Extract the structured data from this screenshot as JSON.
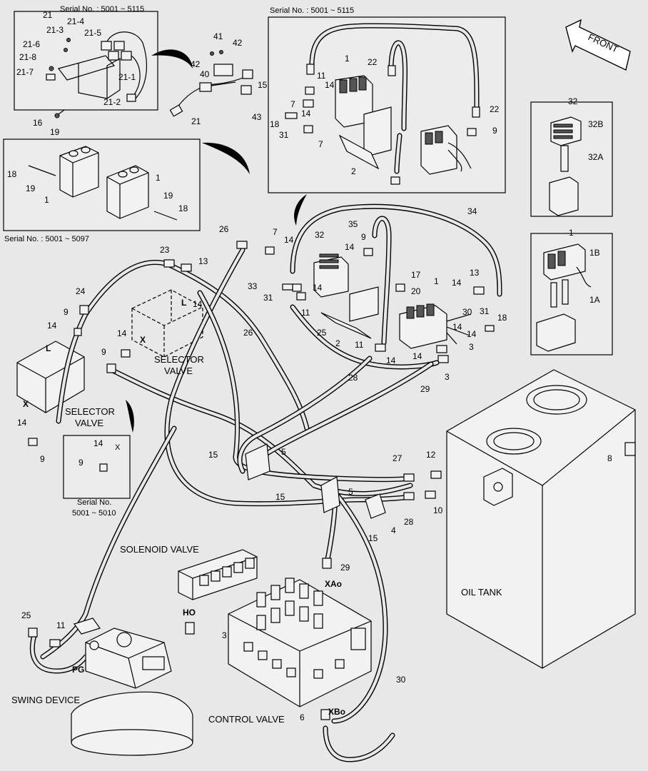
{
  "labels": {
    "serial_5001_5115_a": "Serial No. : 5001 ~ 5115",
    "serial_5001_5115_b": "Serial No. : 5001 ~ 5115",
    "serial_5001_5097": "Serial No. : 5001 ~ 5097",
    "serial_5001_5010_line1": "Serial No.",
    "serial_5001_5010_line2": "5001 ~ 5010",
    "front": "FRONT",
    "selector_valve_1_line1": "SELECTOR",
    "selector_valve_1_line2": "VALVE",
    "selector_valve_2_line1": "SELECTOR",
    "selector_valve_2_line2": "VALVE",
    "solenoid_valve": "SOLENOID VALVE",
    "oil_tank": "OIL TANK",
    "swing_device": "SWING DEVICE",
    "control_valve": "CONTROL VALVE",
    "port_ho": "HO",
    "port_pg": "PG",
    "port_xao": "XAo",
    "port_xbo": "XBo",
    "port_l1": "L",
    "port_l2": "L",
    "port_x1": "X",
    "port_x2": "X",
    "port_x3": "X"
  },
  "callouts": {
    "c21": "21",
    "c21_4": "21-4",
    "c21_3": "21-3",
    "c21_5": "21-5",
    "c21_6": "21-6",
    "c21_8": "21-8",
    "c21_7": "21-7",
    "c21_1": "21-1",
    "c21_2": "21-2",
    "c16": "16",
    "c19a": "19",
    "c41": "41",
    "c42a": "42",
    "c42b": "42",
    "c40": "40",
    "c15a": "15",
    "c43": "43",
    "c21b": "21",
    "c1a": "1",
    "c22a": "22",
    "c11a": "11",
    "c14a": "14",
    "c7a": "7",
    "c14b": "14",
    "c18a": "18",
    "c31a": "31",
    "c7b": "7",
    "c2a": "2",
    "c22b": "22",
    "c9a": "9",
    "c32": "32",
    "c32b": "32B",
    "c32a": "32A",
    "c18b": "18",
    "c19b": "19",
    "c1b": "1",
    "c1c": "1",
    "c19c": "19",
    "c18c": "18",
    "c1d": "1",
    "c1bb": "1B",
    "c1aa": "1A",
    "c26a": "26",
    "c7c": "7",
    "c14c": "14",
    "c32c": "32",
    "c35": "35",
    "c9b": "9",
    "c14d": "14",
    "c34": "34",
    "c23": "23",
    "c13a": "13",
    "c14e": "14",
    "c33": "33",
    "c31b": "31",
    "c14f": "14",
    "c11b": "11",
    "c17": "17",
    "c20": "20",
    "c1e": "1",
    "c14g": "14",
    "c13b": "13",
    "c30a": "30",
    "c31c": "31",
    "c18d": "18",
    "c14h": "14",
    "c25a": "25",
    "c26b": "26",
    "c14i": "14",
    "c2b": "2",
    "c11c": "11",
    "c14j": "14",
    "c3a": "3",
    "c14k": "14",
    "c28a": "28",
    "c3b": "3",
    "c29a": "29",
    "c24": "24",
    "c9c": "9",
    "c14l": "14",
    "c14m": "14",
    "c9d": "9",
    "c14n": "14",
    "c9e": "9",
    "c14o": "14",
    "c9f": "9",
    "c15b": "15",
    "c5a": "5",
    "c27": "27",
    "c12": "12",
    "c8": "8",
    "c15c": "15",
    "c5b": "5",
    "c10": "10",
    "c28b": "28",
    "c4": "4",
    "c15d": "15",
    "c29b": "29",
    "c25b": "25",
    "c11d": "11",
    "c3c": "3",
    "c30b": "30",
    "c6": "6"
  },
  "colors": {
    "background": "#e8e8e8",
    "line": "#000000"
  }
}
